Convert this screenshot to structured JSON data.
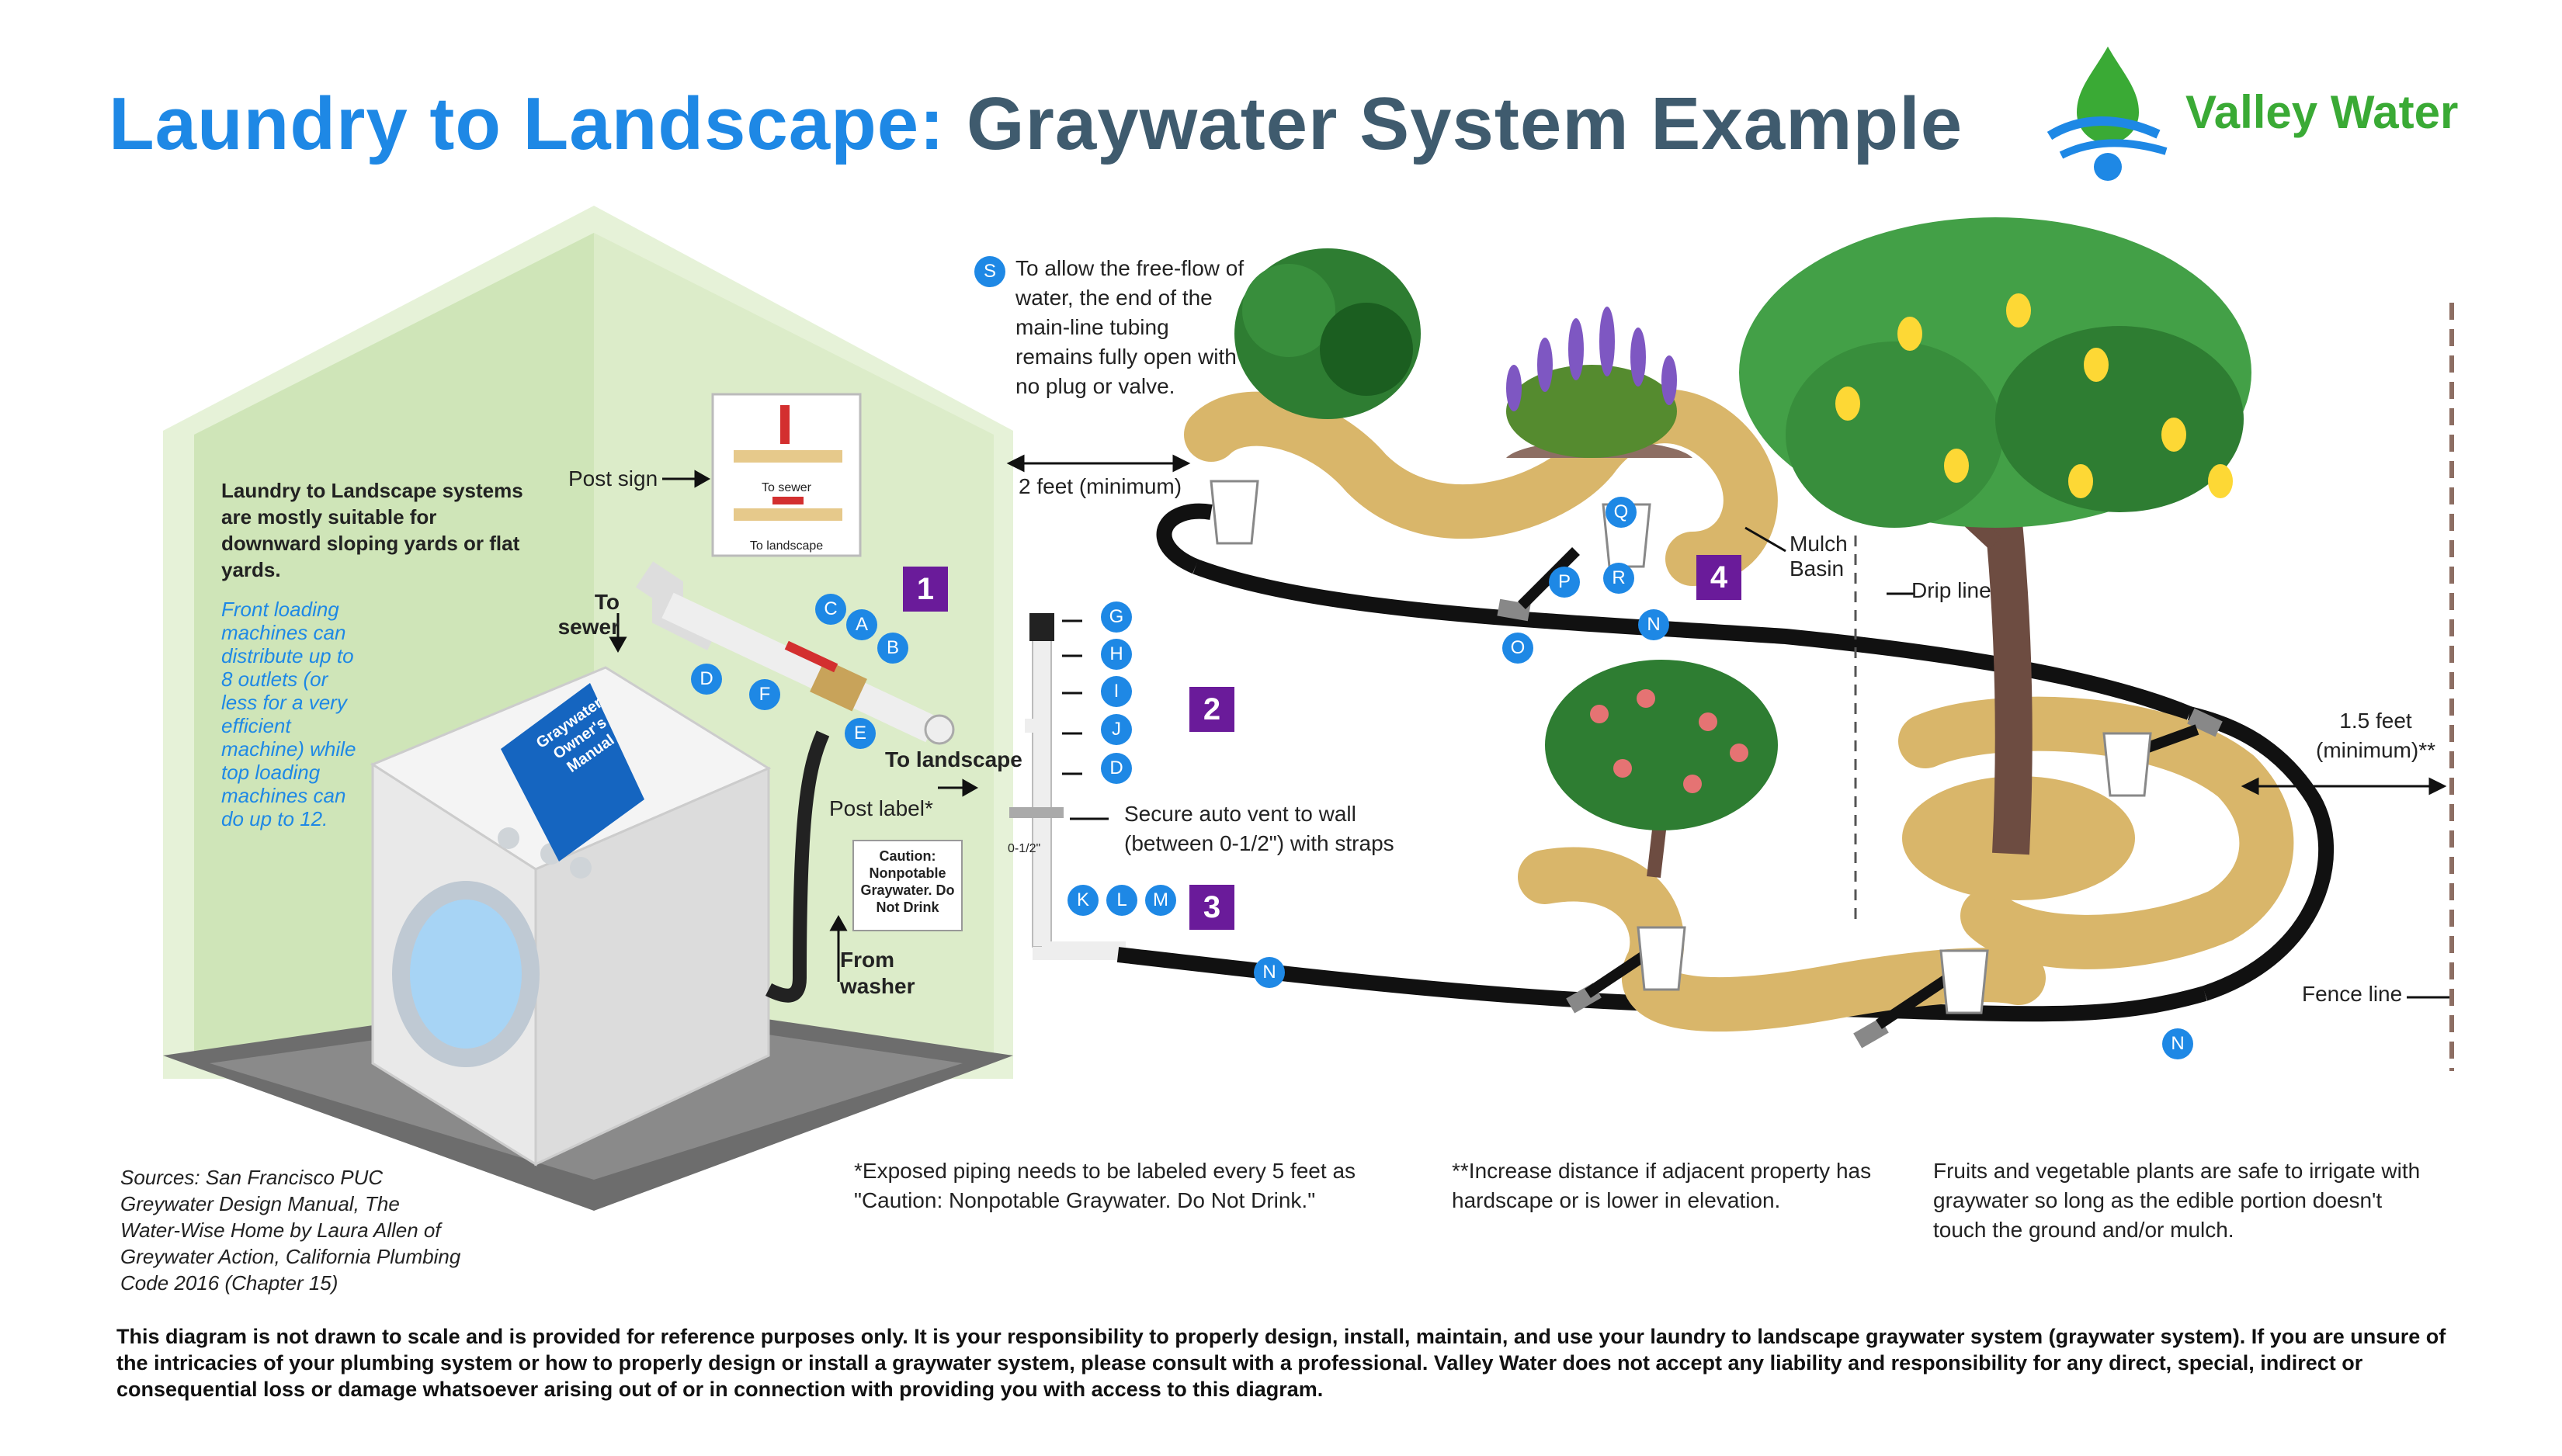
{
  "title": {
    "part1": "Laundry to Landscape:",
    "part2": "Graywater System Example"
  },
  "brand": {
    "name": "Valley Water"
  },
  "notes": {
    "suitability": "Laundry to Landscape systems are mostly suitable for downward sloping yards or flat yards.",
    "machines": "Front loading machines can distribute up to 8 outlets (or less for a very efficient machine) while top loading machines can do up to 12.",
    "manual_label": "Graywater Owner's Manual",
    "post_sign": "Post sign",
    "sign_top": "To sewer",
    "sign_bottom": "To landscape",
    "to_sewer": "To sewer",
    "to_landscape": "To landscape",
    "post_label": "Post label*",
    "caution_label": "Caution: Nonpotable Graywater. Do Not Drink",
    "from_washer": "From washer",
    "secure_vent": "Secure auto vent to wall (between 0-1/2\") with straps",
    "vent_gap": "0-1/2\"",
    "note_s": "To allow the free-flow of water, the end of the main-line tubing remains fully open with no plug or valve.",
    "two_feet": "2 feet (minimum)",
    "mulch_basin": "Mulch Basin",
    "drip_line": "Drip line",
    "one_half_feet": "1.5 feet (minimum)**",
    "fence_line": "Fence line",
    "exposed_piping": "*Exposed piping needs to be labeled every 5 feet as \"Caution: Nonpotable Graywater. Do Not Drink.\"",
    "increase_distance": "**Increase distance if adjacent property has hardscape or is lower in elevation.",
    "fruits": "Fruits and vegetable plants are safe to irrigate with graywater so long as the edible portion doesn't touch the ground and/or mulch.",
    "sources": "Sources: San Francisco PUC Greywater Design Manual, The Water-Wise Home by Laura Allen of Greywater Action, California Plumbing Code 2016 (Chapter 15)"
  },
  "steps": [
    "1",
    "2",
    "3",
    "4"
  ],
  "markers": {
    "A": "A",
    "B": "B",
    "C": "C",
    "D": "D",
    "E": "E",
    "F": "F",
    "G": "G",
    "H": "H",
    "I": "I",
    "J": "J",
    "D2": "D",
    "K": "K",
    "L": "L",
    "M": "M",
    "N": "N",
    "O": "O",
    "P": "P",
    "Q": "Q",
    "R": "R",
    "S": "S"
  },
  "disclaimer": "This diagram is not drawn to scale and is provided for reference purposes only. It is your responsibility to properly design, install, maintain, and use your laundry to landscape graywater system (graywater system). If you are unsure of the intricacies of your plumbing system or how to properly design or install a graywater system, please consult with a professional. Valley Water does not accept any liability and responsibility for any direct, special, indirect or consequential loss or damage whatsoever arising out of or in connection with providing you with access to this diagram.",
  "colors": {
    "title_blue": "#1e88e5",
    "title_gray": "#3f5b6e",
    "brand_green": "#3aaa35",
    "marker_blue": "#1e88e5",
    "step_purple": "#6a1b9a",
    "wall_green": "#cfe5b8",
    "mulch": "#d9b66a"
  }
}
